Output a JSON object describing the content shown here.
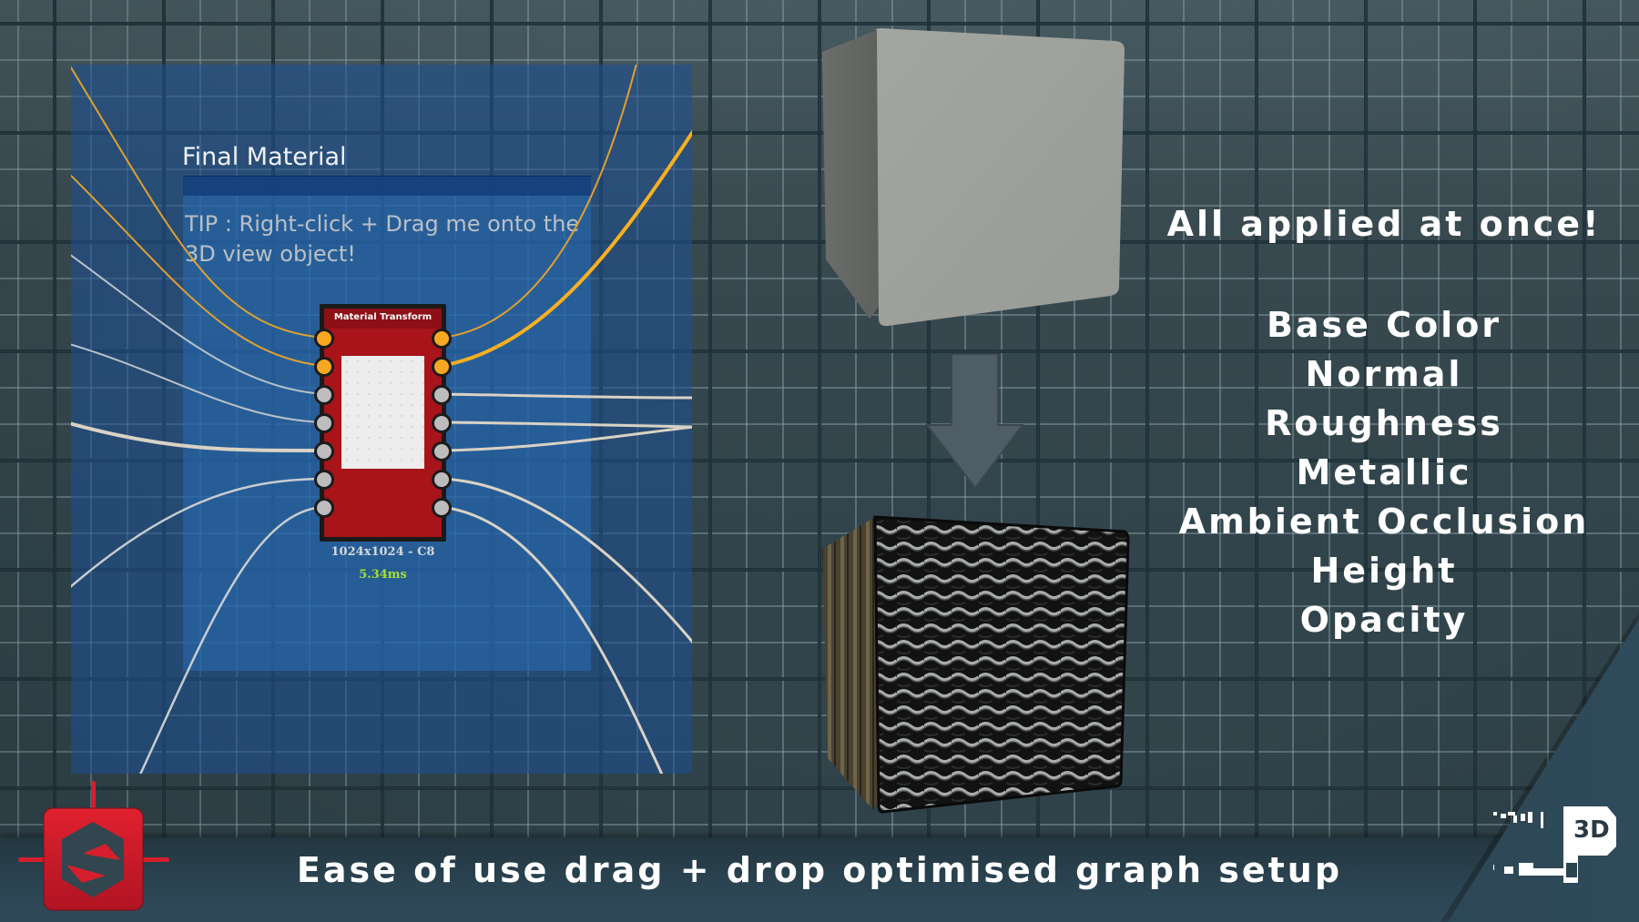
{
  "graph": {
    "frame_title": "Final Material",
    "frame_tip": "TIP : Right-click + Drag me onto the 3D view object!",
    "node": {
      "title": "Material Transform",
      "resolution": "1024x1024 - C8",
      "time": "5.34ms",
      "input_ports": [
        "yellow",
        "yellow",
        "grey",
        "grey",
        "grey",
        "grey",
        "grey"
      ],
      "output_ports": [
        "yellow",
        "yellow",
        "grey",
        "grey",
        "grey",
        "grey",
        "grey"
      ]
    }
  },
  "preview": {
    "before_label": "plain-grey-cube",
    "after_label": "metal-weave-textured-cube",
    "arrow": "down-arrow"
  },
  "headline": "All applied at once!",
  "channels": [
    "Base Color",
    "Normal",
    "Roughness",
    "Metallic",
    "Ambient Occlusion",
    "Height",
    "Opacity"
  ],
  "tagline": "Ease of use drag + drop optimised graph setup",
  "logos": {
    "left": "substance-designer-logo",
    "right": "pixel-3d-logo",
    "right_text": "3D"
  },
  "colors": {
    "background": "#33474f",
    "graph_panel": "#1c5096",
    "node_red": "#a8141a",
    "wire_yellow": "#f8b030",
    "wire_white": "#d9d2c4",
    "time_green": "#a8e030",
    "arrow": "#4f5e66"
  }
}
